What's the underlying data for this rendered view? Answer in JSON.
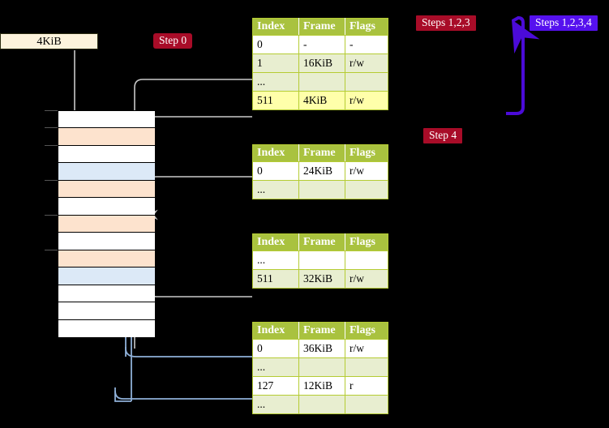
{
  "diagram": {
    "title_context": "Multi-level page table walk",
    "background": "#000000",
    "colors": {
      "table_header": "#a9c23f",
      "table_row_alt": "#e8eed0",
      "table_highlight": "#ffffaa",
      "badge_red": "#a80c28",
      "badge_blue": "#5511ee",
      "memory_orange": "#fde3ce",
      "memory_blue": "#dce9f7",
      "kib_box_fill": "#fdf3dc",
      "connector_gray": "#cccccc",
      "connector_blue": "#8fb0d8"
    }
  },
  "kib_box": {
    "label": "4KiB"
  },
  "badges": [
    {
      "name": "step-0",
      "label": "Step 0",
      "style": "red-rounded"
    },
    {
      "name": "steps-123",
      "label": "Steps 1,2,3",
      "style": "red-square"
    },
    {
      "name": "steps-1234",
      "label": "Steps 1,2,3,4",
      "style": "blue"
    },
    {
      "name": "step-4",
      "label": "Step 4",
      "style": "red-square"
    }
  ],
  "table_headers": [
    "Index",
    "Frame",
    "Flags"
  ],
  "page_tables": [
    {
      "name": "level-4-table",
      "rows": [
        {
          "index": "0",
          "frame": "-",
          "flags": "-",
          "style": "white"
        },
        {
          "index": "1",
          "frame": "16KiB",
          "flags": "r/w",
          "style": "green"
        },
        {
          "index": "...",
          "frame": "",
          "flags": "",
          "style": "green"
        },
        {
          "index": "511",
          "frame": "4KiB",
          "flags": "r/w",
          "style": "highlight"
        }
      ]
    },
    {
      "name": "level-3-table",
      "rows": [
        {
          "index": "0",
          "frame": "24KiB",
          "flags": "r/w",
          "style": "white"
        },
        {
          "index": "...",
          "frame": "",
          "flags": "",
          "style": "green"
        }
      ]
    },
    {
      "name": "level-2-table",
      "rows": [
        {
          "index": "...",
          "frame": "",
          "flags": "",
          "style": "white"
        },
        {
          "index": "511",
          "frame": "32KiB",
          "flags": "r/w",
          "style": "green"
        }
      ]
    },
    {
      "name": "level-1-table",
      "rows": [
        {
          "index": "0",
          "frame": "36KiB",
          "flags": "r/w",
          "style": "white"
        },
        {
          "index": "...",
          "frame": "",
          "flags": "",
          "style": "green"
        },
        {
          "index": "127",
          "frame": "12KiB",
          "flags": "r",
          "style": "white"
        },
        {
          "index": "...",
          "frame": "",
          "flags": "",
          "style": "green"
        }
      ]
    }
  ],
  "memory_column": {
    "name": "physical-memory-column",
    "row_count": 13,
    "rows": [
      {
        "style": "white",
        "tick": true
      },
      {
        "style": "orange",
        "tick": true
      },
      {
        "style": "white",
        "tick": true
      },
      {
        "style": "blue",
        "tick": false
      },
      {
        "style": "orange",
        "tick": true
      },
      {
        "style": "white",
        "tick": false
      },
      {
        "style": "orange",
        "tick": true
      },
      {
        "style": "white",
        "tick": false
      },
      {
        "style": "orange",
        "tick": true
      },
      {
        "style": "blue",
        "tick": false
      },
      {
        "style": "white",
        "tick": false
      },
      {
        "style": "white",
        "tick": false
      },
      {
        "style": "white",
        "tick": false
      }
    ]
  }
}
